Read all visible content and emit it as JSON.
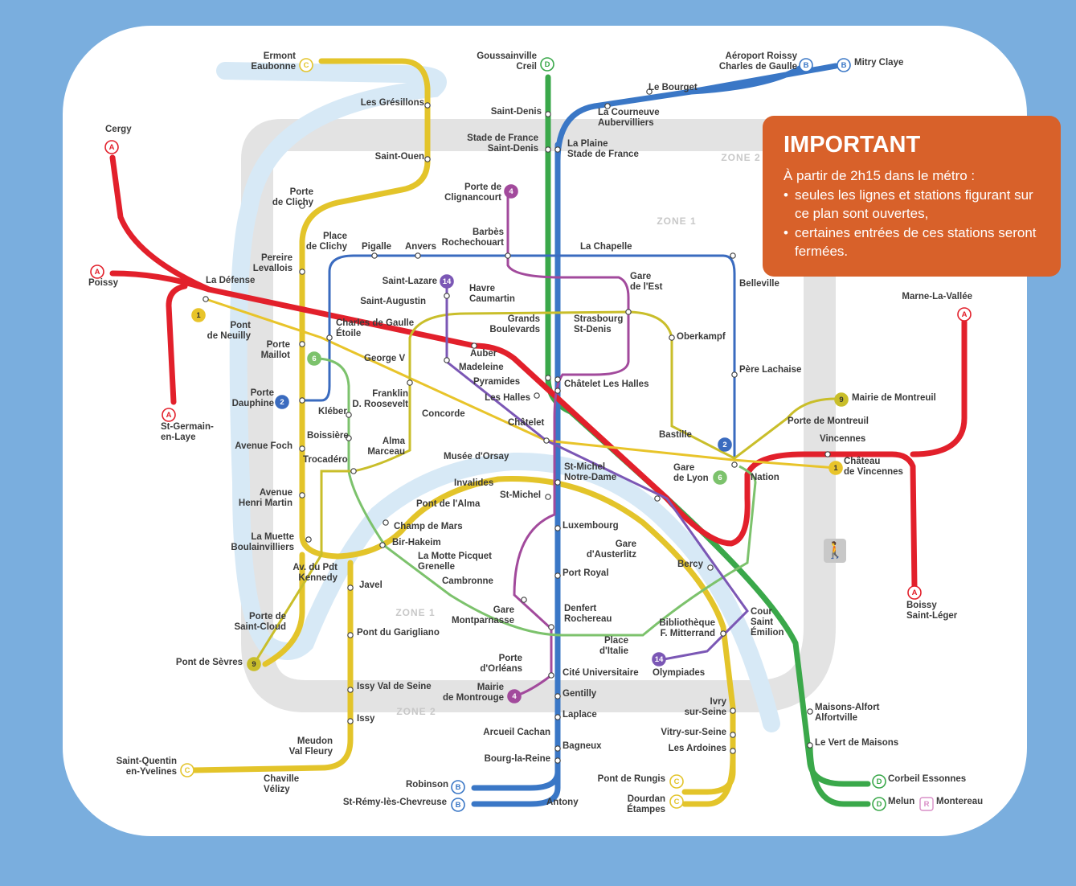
{
  "colors": {
    "background": "#7aaede",
    "line_A": "#e2202b",
    "line_B": "#3a77c6",
    "line_C": "#e3c42a",
    "line_D": "#3aa84a",
    "metro_1": "#e8c42a",
    "metro_2": "#3a6bbf",
    "metro_4": "#a24a9c",
    "metro_6": "#7cc26c",
    "metro_9": "#c9be2a",
    "metro_14": "#7b57b5",
    "seine": "#d7e9f6",
    "zone_band": "#e3e3e3",
    "notice": "#d8612a"
  },
  "notice": {
    "title": "IMPORTANT",
    "intro": "À partir de 2h15 dans le métro :",
    "bullets": [
      "seules les lignes et stations figurant sur ce plan sont ouvertes,",
      "certaines entrées de ces stations seront fermées."
    ]
  },
  "zones": [
    "ZONE 1",
    "ZONE 2"
  ],
  "labels": [
    "Ermont Eaubonne",
    "Les Grésillons",
    "Saint-Ouen",
    "Porte de Clichy",
    "Pereire Levallois",
    "Goussainville Creil",
    "Saint-Denis",
    "Stade de France Saint-Denis",
    "La Plaine Stade de France",
    "Aéroport Roissy Charles de Gaulle",
    "Mitry Claye",
    "Le Bourget",
    "La Courneuve Aubervilliers",
    "Cergy",
    "Poissy",
    "La Défense",
    "Pont de Neuilly",
    "Porte Maillot",
    "Porte Dauphine",
    "St-Germain-en-Laye",
    "Place de Clichy",
    "Pigalle",
    "Anvers",
    "Barbès Rochechouart",
    "Porte de Clignancourt",
    "La Chapelle",
    "Gare de l'Est",
    "Belleville",
    "Saint-Lazare",
    "Saint-Augustin",
    "Havre Caumartin",
    "Grands Boulevards",
    "Strasbourg St-Denis",
    "Oberkampf",
    "Charles de Gaulle Étoile",
    "George V",
    "Auber",
    "Madeleine",
    "Pyramides",
    "Les Halles",
    "Châtelet Les Halles",
    "Père Lachaise",
    "Marne-La-Vallée",
    "Mairie de Montreuil",
    "Porte de Montreuil",
    "Vincennes",
    "Château de Vincennes",
    "Nation",
    "Boissy Saint-Léger",
    "Kléber",
    "Franklin D. Roosevelt",
    "Concorde",
    "Châtelet",
    "Bastille",
    "Gare de Lyon",
    "Boissière",
    "Avenue Foch",
    "Trocadéro",
    "Alma Marceau",
    "Musée d'Orsay",
    "Invalides",
    "Pont de l'Alma",
    "St-Michel Notre-Dame",
    "St-Michel",
    "Avenue Henri Martin",
    "Champ de Mars",
    "Bir-Hakeim",
    "La Muette Boulainvilliers",
    "Luxembourg",
    "La Motte Picquet Grenelle",
    "Gare d'Austerlitz",
    "Bercy",
    "Av. du Pdt Kennedy",
    "Javel",
    "Cambronne",
    "Port Royal",
    "Gare Montparnasse",
    "Denfert Rochereau",
    "Place d'Italie",
    "Bibliothèque F. Mitterrand",
    "Cour Saint Émilion",
    "Porte de Saint-Cloud",
    "Pont du Garigliano",
    "Porte d'Orléans",
    "Cité Universitaire",
    "Olympiades",
    "Pont de Sèvres",
    "Issy Val de Seine",
    "Mairie de Montrouge",
    "Gentilly",
    "Laplace",
    "Issy",
    "Ivry sur-Seine",
    "Maisons-Alfort Alfortville",
    "Arcueil Cachan",
    "Bagneux",
    "Vitry-sur-Seine",
    "Les Ardoines",
    "Le Vert de Maisons",
    "Meudon Val Fleury",
    "Bourg-la-Reine",
    "Saint-Quentin en-Yvelines",
    "Chaville Vélizy",
    "Robinson",
    "St-Rémy-lès-Chevreuse",
    "Antony",
    "Pont de Rungis",
    "Dourdan Étampes",
    "Corbeil Essonnes",
    "Melun",
    "Montereau"
  ],
  "line_badges": [
    "A",
    "B",
    "C",
    "D",
    "R",
    "1",
    "2",
    "4",
    "6",
    "9",
    "14"
  ]
}
